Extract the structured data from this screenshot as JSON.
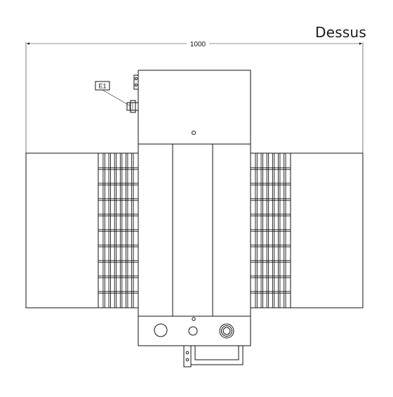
{
  "view_title": "Dessus",
  "dimension": {
    "width_label": "1000"
  },
  "tag": {
    "label": "E1"
  }
}
